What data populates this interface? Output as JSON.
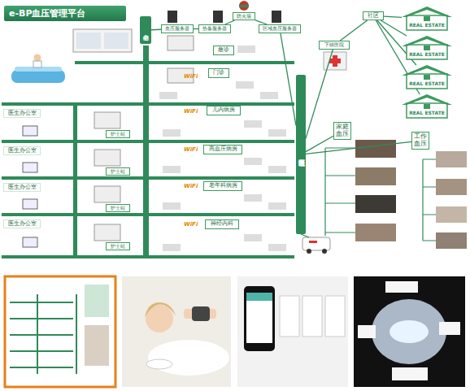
{
  "diagram": {
    "title": "e-BP血压管理平台",
    "nodes": [
      {
        "text": [
          "信息中心"
        ]
      },
      {
        "text": [
          "血压服务器"
        ]
      },
      {
        "text": [
          "热备服务器"
        ]
      },
      {
        "text": [
          "防火墙"
        ]
      },
      {
        "text": [
          "区域血压服务器"
        ]
      },
      {
        "text": [
          "急诊"
        ]
      },
      {
        "text": [
          "门诊"
        ]
      },
      {
        "text": [
          "儿内病房"
        ]
      },
      {
        "text": [
          "高血压病房"
        ]
      },
      {
        "text": [
          "老年科病房"
        ]
      },
      {
        "text": [
          "神经内科"
        ]
      },
      {
        "text": [
          "医生办公室"
        ]
      },
      {
        "text": [
          "医生办公室"
        ]
      },
      {
        "text": [
          "医生办公室"
        ]
      },
      {
        "text": [
          "医生办公室"
        ]
      },
      {
        "text": [
          "护士站"
        ]
      },
      {
        "text": [
          "护士站"
        ]
      },
      {
        "text": [
          "护士站"
        ]
      },
      {
        "text": [
          "护士站"
        ]
      },
      {
        "text": [
          "区域血压网络平台"
        ]
      },
      {
        "text": [
          "下级医院"
        ]
      },
      {
        "text": [
          "社区"
        ]
      },
      {
        "text": [
          "REAL ESTATE"
        ]
      },
      {
        "text": [
          "REAL ESTATE"
        ]
      },
      {
        "text": [
          "REAL ESTATE"
        ]
      },
      {
        "text": [
          "REAL ESTATE"
        ]
      },
      {
        "text": [
          "家庭血压"
        ]
      },
      {
        "text": [
          "工作血压"
        ]
      }
    ],
    "edges": [
      {
        "from": 0,
        "to": 1,
        "arrow": "none"
      },
      {
        "from": 1,
        "to": 2,
        "arrow": "none"
      },
      {
        "from": 2,
        "to": 3,
        "arrow": "none"
      },
      {
        "from": 3,
        "to": 4,
        "arrow": "none"
      },
      {
        "from": 4,
        "to": 19,
        "arrow": "none"
      },
      {
        "from": 19,
        "to": 20,
        "arrow": "none"
      },
      {
        "from": 20,
        "to": 21,
        "arrow": "none"
      },
      {
        "from": 21,
        "to": 22,
        "arrow": "none"
      },
      {
        "from": 21,
        "to": 23,
        "arrow": "none"
      },
      {
        "from": 21,
        "to": 24,
        "arrow": "none"
      },
      {
        "from": 21,
        "to": 25,
        "arrow": "none"
      },
      {
        "from": 19,
        "to": 26,
        "arrow": "none"
      },
      {
        "from": 19,
        "to": 27,
        "arrow": "none"
      }
    ],
    "labels": [
      "WiFi",
      "WiFi",
      "WiFi",
      "WiFi",
      "WiFi"
    ]
  }
}
